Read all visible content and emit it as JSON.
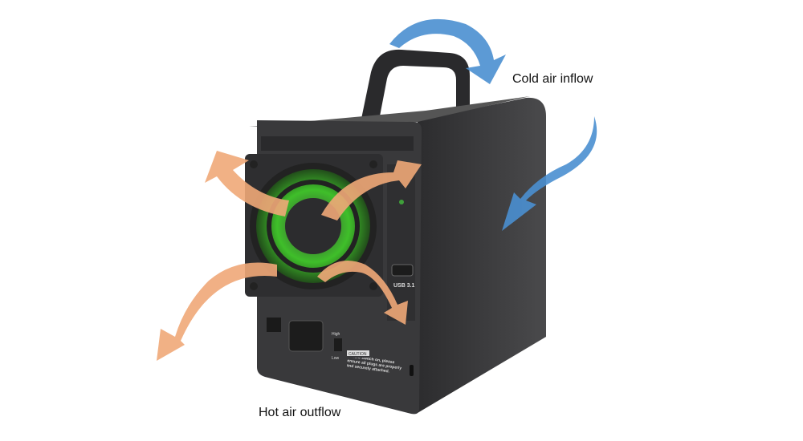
{
  "labels": {
    "cold_air": "Cold air inflow",
    "hot_air": "Hot air outflow"
  },
  "device": {
    "port_label": "USB 3.1",
    "switch_high": "High",
    "switch_low": "Low",
    "caution_title": "CAUTION",
    "caution_text": "Before switch on, please ensure all plugs are properly and securely attached."
  },
  "colors": {
    "cold_arrow": "#4a8fd0",
    "hot_arrow": "#f0a878",
    "body": "#3a3a3c",
    "fan_glow": "#3fbf2a"
  }
}
